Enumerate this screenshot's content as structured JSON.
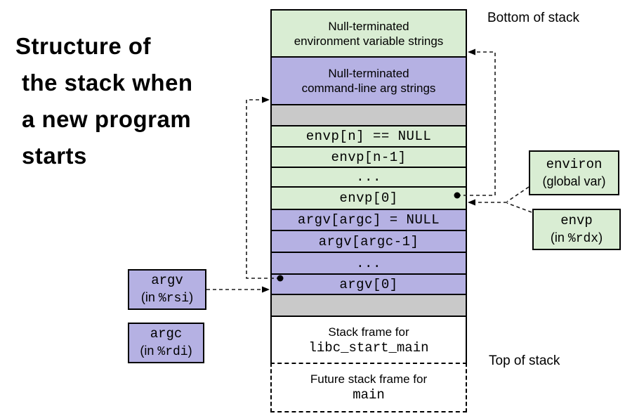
{
  "title": {
    "line1": "Structure of",
    "line2": "the stack when",
    "line3": "a new program",
    "line4": "starts"
  },
  "annotations": {
    "bottom_of_stack": "Bottom of stack",
    "top_of_stack": "Top of stack"
  },
  "stack_rows": {
    "env_strings": {
      "line1": "Null-terminated",
      "line2": "environment variable strings"
    },
    "arg_strings": {
      "line1": "Null-terminated",
      "line2": "command-line arg strings"
    },
    "envp_n": "envp[n] == NULL",
    "envp_n_minus_1": "envp[n-1]",
    "envp_ellipsis": "...",
    "envp_0": "envp[0]",
    "argv_argc": "argv[argc] = NULL",
    "argv_argc_minus_1": "argv[argc-1]",
    "argv_ellipsis": "...",
    "argv_0": "argv[0]",
    "libc_frame": {
      "line1": "Stack frame for",
      "line2": "libc_start_main"
    },
    "future_frame": {
      "line1": "Future stack frame for",
      "line2": "main"
    }
  },
  "side_boxes": {
    "argv": {
      "name": "argv",
      "in_pre": "(in ",
      "reg": "%rsi",
      "in_post": ")"
    },
    "argc": {
      "name": "argc",
      "in_pre": "(in ",
      "reg": "%rdi",
      "in_post": ")"
    },
    "environ": {
      "name": "environ",
      "sub": "(global var)"
    },
    "envp": {
      "name": "envp",
      "in_pre": "(in ",
      "reg": "%rdx",
      "in_post": ")"
    }
  },
  "colors": {
    "green_fill": "#d9edd3",
    "purple_fill": "#b5b1e3",
    "gray_fill": "#c9c9c9",
    "line_color": "#1a1a1a"
  }
}
